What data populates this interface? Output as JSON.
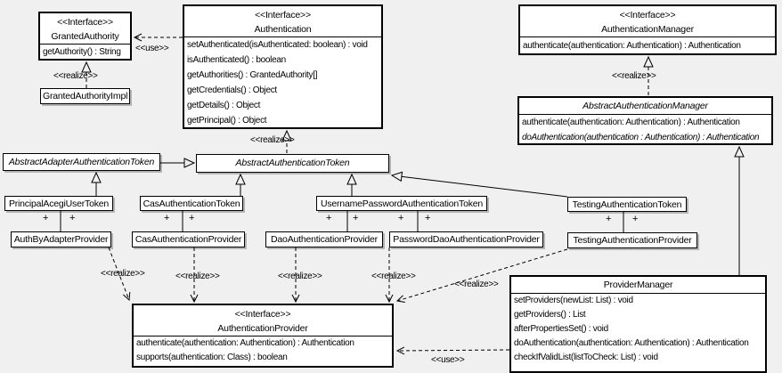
{
  "labels": {
    "interface": "<<Interface>>",
    "realize": "<<realize>>",
    "use": "<<use>>",
    "plus": "+"
  },
  "colors": {
    "background": "#f0f0f0",
    "box_fill": "#ffffff",
    "line": "#000000"
  },
  "classes": {
    "granted_authority": {
      "stereotype": "<<Interface>>",
      "name": "GrantedAuthority",
      "methods": [
        "getAuthority() : String"
      ]
    },
    "granted_authority_impl": {
      "name": "GrantedAuthorityImpl"
    },
    "authentication": {
      "stereotype": "<<Interface>>",
      "name": "Authentication",
      "methods": [
        "setAuthenticated(isAuthenticated: boolean) : void",
        "isAuthenticated() : boolean",
        "getAuthorities() : GrantedAuthority[]",
        "getCredentials() : Object",
        "getDetails() : Object",
        "getPrincipal() : Object"
      ]
    },
    "authentication_manager": {
      "stereotype": "<<Interface>>",
      "name": "AuthenticationManager",
      "methods": [
        "authenticate(authentication: Authentication) : Authentication"
      ]
    },
    "abstract_authentication_manager": {
      "name": "AbstractAuthenticationManager",
      "methods": [
        "authenticate(authentication: Authentication) : Authentication",
        "doAuthentication(authentication : Authentication) : Authentication"
      ]
    },
    "abstract_adapter_authentication_token": {
      "name": "AbstractAdapterAuthenticationToken"
    },
    "abstract_authentication_token": {
      "name": "AbstractAuthenticationToken"
    },
    "principal_acegi_user_token": {
      "name": "PrincipalAcegiUserToken"
    },
    "cas_authentication_token": {
      "name": "CasAuthenticationToken"
    },
    "username_password_authentication_token": {
      "name": "UsernamePasswordAuthenticationToken"
    },
    "testing_authentication_token": {
      "name": "TestingAuthenticationToken"
    },
    "auth_by_adapter_provider": {
      "name": "AuthByAdapterProvider"
    },
    "cas_authentication_provider": {
      "name": "CasAuthenticationProvider"
    },
    "dao_authentication_provider": {
      "name": "DaoAuthenticationProvider"
    },
    "password_dao_authentication_provider": {
      "name": "PasswordDaoAuthenticationProvider"
    },
    "testing_authentication_provider": {
      "name": "TestingAuthenticationProvider"
    },
    "authentication_provider": {
      "stereotype": "<<Interface>>",
      "name": "AuthenticationProvider",
      "methods": [
        "authenticate(authentication: Authentication) : Authentication",
        "supports(authentication: Class) : boolean"
      ]
    },
    "provider_manager": {
      "name": "ProviderManager",
      "methods": [
        "setProviders(newList: List) : void",
        "getProviders() : List",
        "afterPropertiesSet() : void",
        "doAuthentication(authentication: Authentication) : Authentication",
        "checkIfValidList(listToCheck: List) : void"
      ]
    }
  }
}
